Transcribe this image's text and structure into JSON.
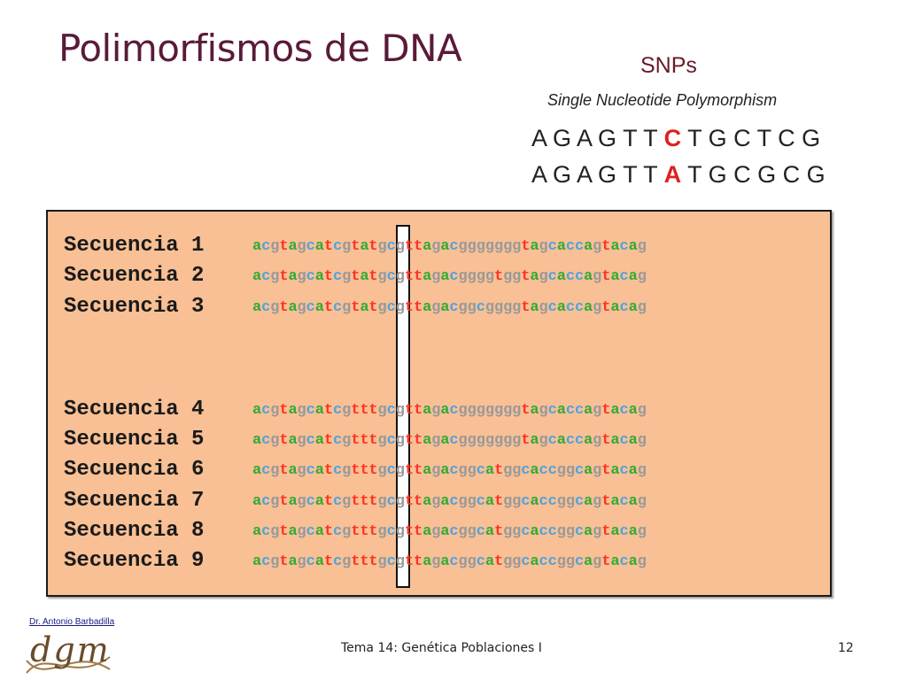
{
  "slide": {
    "title": "Polimorfismos de DNA",
    "snps_heading": "SNPs",
    "snps_subtitle": "Single Nucleotide Polymorphism",
    "snp_pair": [
      {
        "prefix": "A G A G T T ",
        "variant": "C",
        "suffix": " T G C T C G"
      },
      {
        "prefix": "A G A G T T ",
        "variant": "A",
        "suffix": " T G C G C G"
      }
    ]
  },
  "alignment": {
    "rows": [
      {
        "label": "Secuencia 1",
        "sequence": "acgtagcatcgtatgcgttagacgggggggtagcaccagtacag"
      },
      {
        "label": "Secuencia 2",
        "sequence": "acgtagcatcgtatgcgttagacggggtggtagcaccagtacag"
      },
      {
        "label": "Secuencia 3",
        "sequence": "acgtagcatcgtatgcgttagacggcggggtagcaccagtacag"
      },
      {
        "label": "Secuencia 4",
        "sequence": "acgtagcatcgtttgcgttagacgggggggtagcaccagtacag"
      },
      {
        "label": "Secuencia 5",
        "sequence": "acgtagcatcgtttgcgttagacgggggggtagcaccagtacag"
      },
      {
        "label": "Secuencia 6",
        "sequence": "acgtagcatcgtttgcgttagacggcatggcaccggcagtacag"
      },
      {
        "label": "Secuencia 7",
        "sequence": "acgtagcatcgtttgcgttagacggcatggcaccggcagtacag"
      },
      {
        "label": "Secuencia 8",
        "sequence": "acgtagcatcgtttgcgttagacggcatggcaccggcagtacag"
      },
      {
        "label": "Secuencia 9",
        "sequence": "acgtagcatcgtttgcgttagacggcatggcaccggcagtacag"
      }
    ],
    "colors": {
      "a": "#33aa33",
      "c": "#4fa3e0",
      "g": "#999999",
      "t": "#ff3322"
    }
  },
  "footer": {
    "author": "Dr. Antonio Barbadilla",
    "logo_text": "dgm",
    "topic": "Tema 14: Genética Poblaciones I",
    "page": "12"
  }
}
